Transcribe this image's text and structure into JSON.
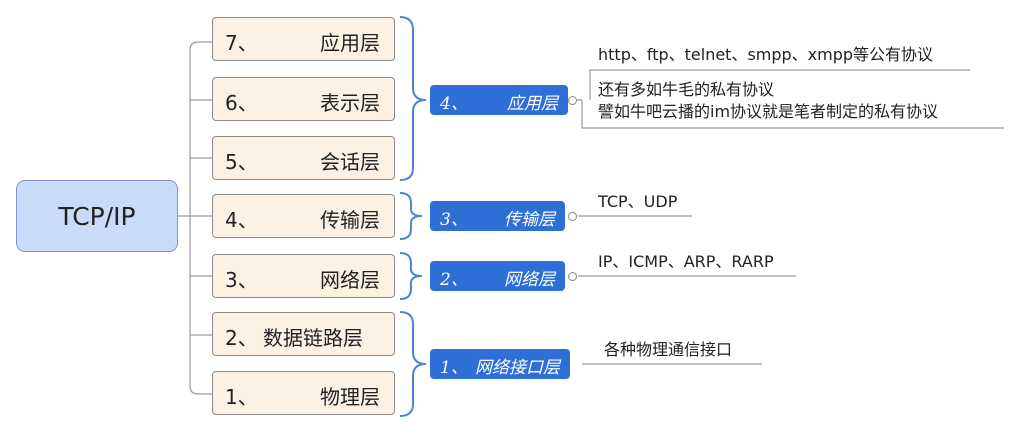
{
  "root": {
    "label": "TCP/IP"
  },
  "osi_layers": [
    {
      "number": "7、",
      "name": "应用层"
    },
    {
      "number": "6、",
      "name": "表示层"
    },
    {
      "number": "5、",
      "name": "会话层"
    },
    {
      "number": "4、",
      "name": "传输层"
    },
    {
      "number": "3、",
      "name": "网络层"
    },
    {
      "number": "2、",
      "name": "数据链路层"
    },
    {
      "number": "1、",
      "name": "物理层"
    }
  ],
  "tcpip_layers": [
    {
      "number": "4、",
      "name": "应用层"
    },
    {
      "number": "3、",
      "name": "传输层"
    },
    {
      "number": "2、",
      "name": "网络层"
    },
    {
      "number": "1、",
      "name": "网络接口层"
    }
  ],
  "notes": {
    "application_public": "http、ftp、telnet、smpp、xmpp等公有协议",
    "application_private_1": "还有多如牛毛的私有协议",
    "application_private_2": "譬如牛吧云播的im协议就是笔者制定的私有协议",
    "transport": "TCP、UDP",
    "network": "IP、ICMP、ARP、RARP",
    "link_physical": "各种物理通信接口"
  },
  "colors": {
    "root_fill": "#c9dcf7",
    "layer_fill": "#fdf1e4",
    "tcpip_fill": "#2d6fd6",
    "brace": "#4a86d9"
  }
}
